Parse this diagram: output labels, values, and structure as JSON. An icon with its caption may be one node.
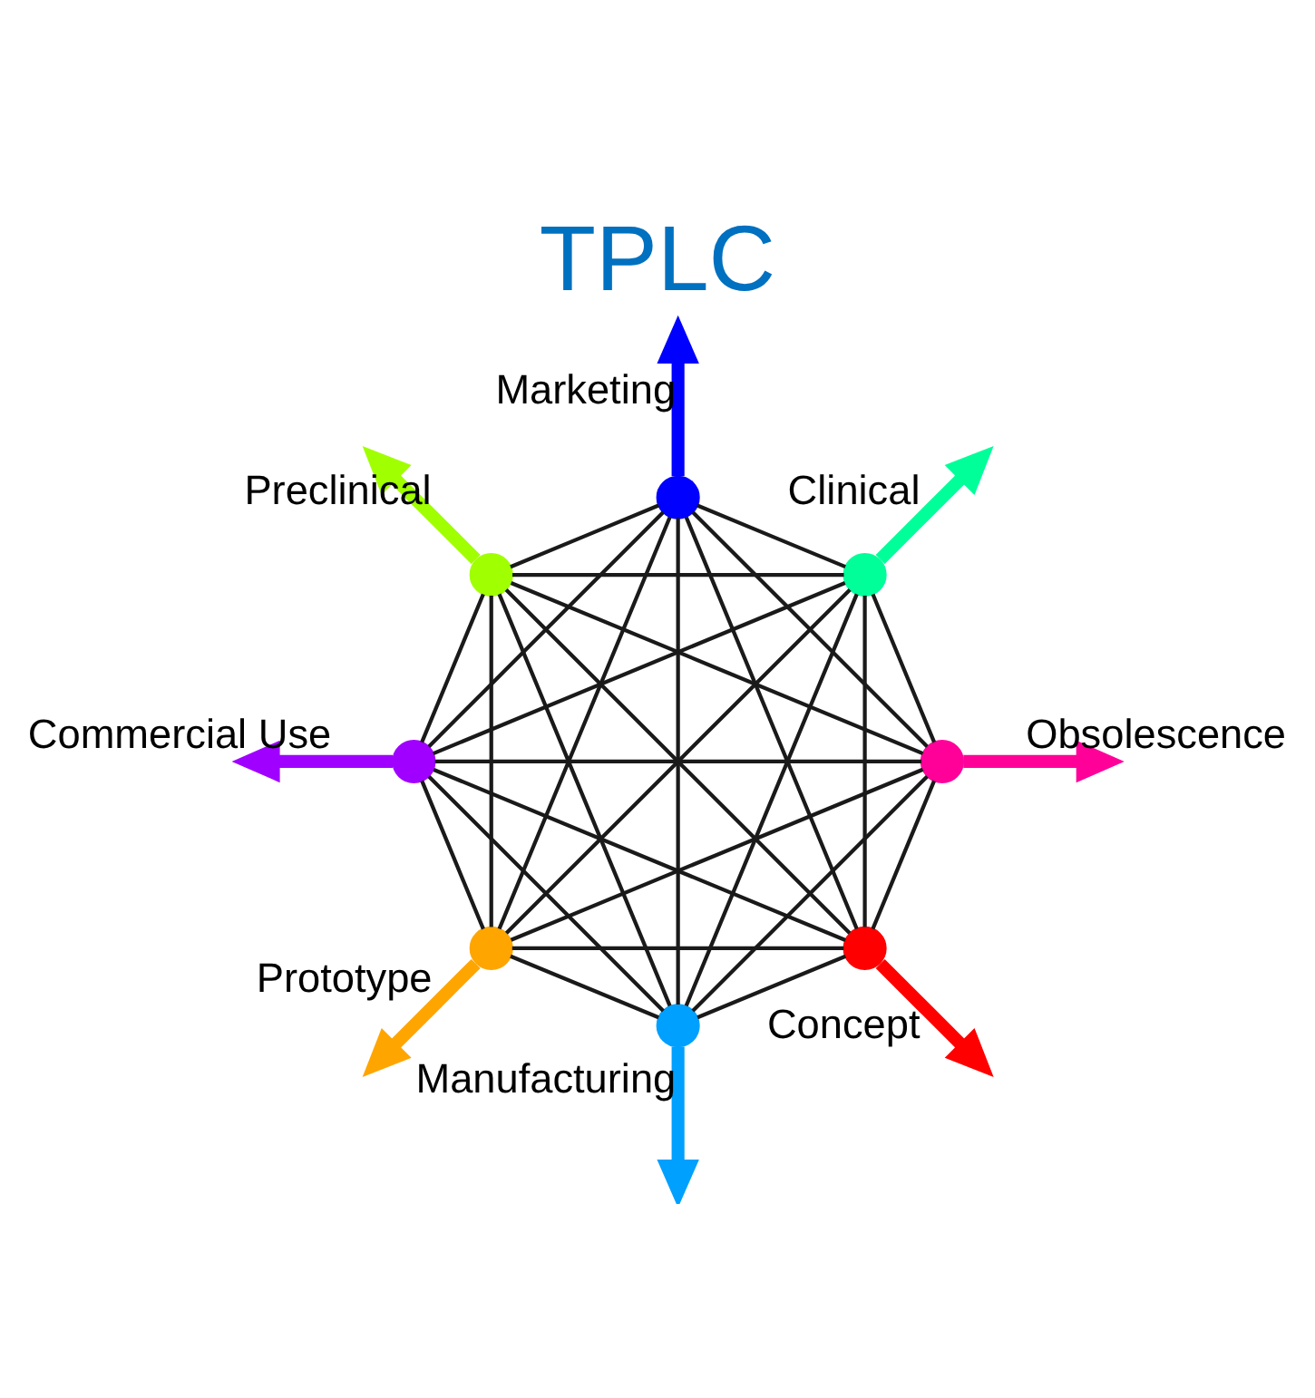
{
  "diagram": {
    "title": "TPLC",
    "nodes": [
      {
        "text": [],
        "shape": "circle"
      },
      {
        "text": [],
        "shape": "circle"
      },
      {
        "text": [],
        "shape": "circle"
      },
      {
        "text": [],
        "shape": "circle"
      },
      {
        "text": [],
        "shape": "circle"
      },
      {
        "text": [],
        "shape": "circle"
      },
      {
        "text": [],
        "shape": "circle"
      },
      {
        "text": [],
        "shape": "circle"
      }
    ],
    "edges": [
      {
        "from": 0,
        "to": 1,
        "arrow": "none"
      },
      {
        "from": 0,
        "to": 2,
        "arrow": "none"
      },
      {
        "from": 0,
        "to": 3,
        "arrow": "none"
      },
      {
        "from": 0,
        "to": 4,
        "arrow": "none"
      },
      {
        "from": 0,
        "to": 5,
        "arrow": "none"
      },
      {
        "from": 0,
        "to": 6,
        "arrow": "none"
      },
      {
        "from": 0,
        "to": 7,
        "arrow": "none"
      },
      {
        "from": 1,
        "to": 2,
        "arrow": "none"
      },
      {
        "from": 1,
        "to": 3,
        "arrow": "none"
      },
      {
        "from": 1,
        "to": 4,
        "arrow": "none"
      },
      {
        "from": 1,
        "to": 5,
        "arrow": "none"
      },
      {
        "from": 1,
        "to": 6,
        "arrow": "none"
      },
      {
        "from": 1,
        "to": 7,
        "arrow": "none"
      },
      {
        "from": 2,
        "to": 3,
        "arrow": "none"
      },
      {
        "from": 2,
        "to": 4,
        "arrow": "none"
      },
      {
        "from": 2,
        "to": 5,
        "arrow": "none"
      },
      {
        "from": 2,
        "to": 6,
        "arrow": "none"
      },
      {
        "from": 2,
        "to": 7,
        "arrow": "none"
      },
      {
        "from": 3,
        "to": 4,
        "arrow": "none"
      },
      {
        "from": 3,
        "to": 5,
        "arrow": "none"
      },
      {
        "from": 3,
        "to": 6,
        "arrow": "none"
      },
      {
        "from": 3,
        "to": 7,
        "arrow": "none"
      },
      {
        "from": 4,
        "to": 5,
        "arrow": "none"
      },
      {
        "from": 4,
        "to": 6,
        "arrow": "none"
      },
      {
        "from": 4,
        "to": 7,
        "arrow": "none"
      },
      {
        "from": 5,
        "to": 6,
        "arrow": "none"
      },
      {
        "from": 5,
        "to": 7,
        "arrow": "none"
      },
      {
        "from": 6,
        "to": 7,
        "arrow": "none"
      },
      {
        "from": 0,
        "to": null,
        "arrow": "to",
        "label": "Concept",
        "style": "thick",
        "color": "#ff0000"
      },
      {
        "from": 2,
        "to": null,
        "arrow": "to",
        "label": "Prototype",
        "style": "thick",
        "color": "#ffa500"
      },
      {
        "from": 4,
        "to": null,
        "arrow": "to",
        "label": "Preclinical",
        "style": "thick",
        "color": "#a0ff00"
      },
      {
        "from": 6,
        "to": null,
        "arrow": "to",
        "label": "Clinical",
        "style": "thick",
        "color": "#00ff99"
      },
      {
        "from": 7,
        "to": null,
        "arrow": "to",
        "label": "Manufacturing",
        "style": "thick",
        "color": "#00a0ff"
      },
      {
        "from": 5,
        "to": null,
        "arrow": "to",
        "label": "Marketing",
        "style": "thick",
        "color": "#0000ff"
      },
      {
        "from": 3,
        "to": null,
        "arrow": "to",
        "label": "Commercial Use",
        "style": "thick",
        "color": "#a000ff"
      },
      {
        "from": 1,
        "to": null,
        "arrow": "to",
        "label": "Obsolescence",
        "style": "thick",
        "color": "#ff0099"
      }
    ]
  }
}
